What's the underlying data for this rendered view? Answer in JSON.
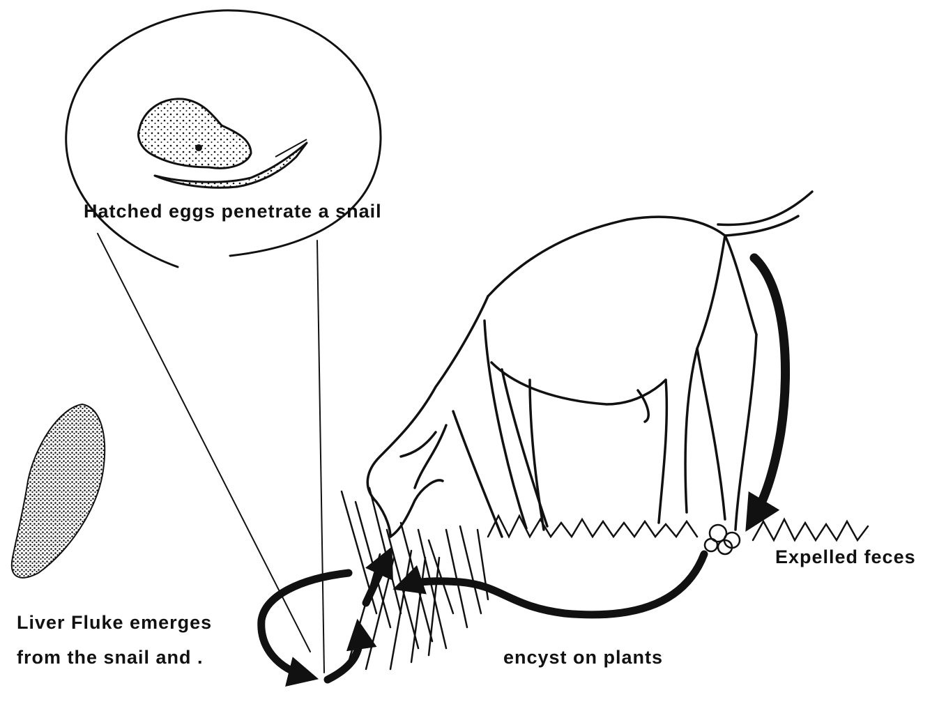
{
  "labels": {
    "hatched": "Hatched eggs penetrate a snail",
    "feces": "Expelled feces",
    "fluke_line1": "Liver Fluke emerges",
    "fluke_line2": "from the snail and .",
    "encyst": "encyst on plants"
  },
  "colors": {
    "ink": "#111111",
    "background": "#ffffff"
  }
}
